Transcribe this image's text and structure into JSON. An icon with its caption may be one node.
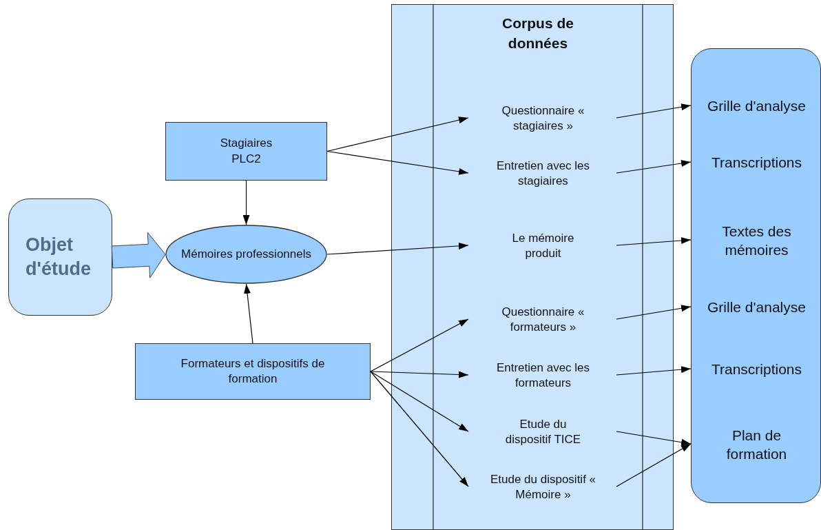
{
  "diagram": {
    "nodes": [
      {
        "text": [
          "Objet d'étude"
        ]
      },
      {
        "text": [
          "Stagiaires PLC2"
        ]
      },
      {
        "text": [
          "Mémoires professionnels"
        ]
      },
      {
        "text": [
          "Formateurs et dispositifs de formation"
        ]
      },
      {
        "text": [
          "Corpus de données"
        ]
      },
      {
        "text": [
          "Questionnaire « stagiaires »"
        ],
        "in": 4
      },
      {
        "text": [
          "Entretien avec les stagiaires"
        ],
        "in": 4
      },
      {
        "text": [
          "Le mémoire produit"
        ],
        "in": 4
      },
      {
        "text": [
          "Questionnaire « formateurs »"
        ],
        "in": 4
      },
      {
        "text": [
          "Entretien avec les formateurs"
        ],
        "in": 4
      },
      {
        "text": [
          "Etude du dispositif TICE"
        ],
        "in": 4
      },
      {
        "text": [
          "Etude du dispositif « Mémoire »"
        ],
        "in": 4
      },
      {
        "text": [],
        "shape": "box"
      },
      {
        "text": [
          "Grille d'analyse"
        ],
        "in": 12
      },
      {
        "text": [
          "Transcriptions"
        ],
        "in": 12
      },
      {
        "text": [
          "Textes des mémoires"
        ],
        "in": 12
      },
      {
        "text": [
          "Grille d'analyse"
        ],
        "in": 12
      },
      {
        "text": [
          "Transcriptions"
        ],
        "in": 12
      },
      {
        "text": [
          "Plan de formation"
        ],
        "in": 12
      }
    ],
    "edges": [
      {
        "from": 0,
        "to": 2,
        "arrow": "to",
        "style": "thick",
        "color": "#99ccff"
      },
      {
        "from": 1,
        "to": 2,
        "arrow": "to"
      },
      {
        "from": 3,
        "to": 2,
        "arrow": "to"
      },
      {
        "from": 1,
        "to": 5,
        "arrow": "to"
      },
      {
        "from": 1,
        "to": 6,
        "arrow": "to"
      },
      {
        "from": 2,
        "to": 7,
        "arrow": "to"
      },
      {
        "from": 3,
        "to": 8,
        "arrow": "to"
      },
      {
        "from": 3,
        "to": 9,
        "arrow": "to"
      },
      {
        "from": 3,
        "to": 10,
        "arrow": "to"
      },
      {
        "from": 3,
        "to": 11,
        "arrow": "to"
      },
      {
        "from": 5,
        "to": 13,
        "arrow": "to"
      },
      {
        "from": 6,
        "to": 14,
        "arrow": "to"
      },
      {
        "from": 7,
        "to": 15,
        "arrow": "to"
      },
      {
        "from": 8,
        "to": 16,
        "arrow": "to"
      },
      {
        "from": 9,
        "to": 17,
        "arrow": "to"
      },
      {
        "from": 10,
        "to": 18,
        "arrow": "to"
      },
      {
        "from": 11,
        "to": 18,
        "arrow": "to"
      }
    ]
  }
}
